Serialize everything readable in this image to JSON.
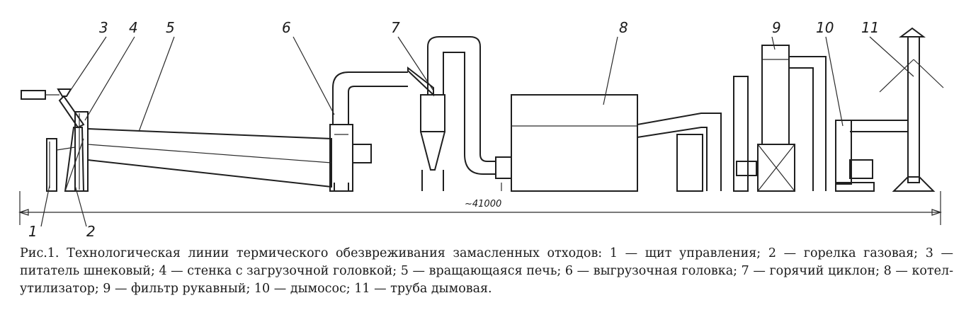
{
  "figure": {
    "labels": {
      "l1": "1",
      "l2": "2",
      "l3": "3",
      "l4": "4",
      "l5": "5",
      "l6": "6",
      "l7": "7",
      "l8": "8",
      "l9": "9",
      "l10": "10",
      "l11": "11"
    },
    "dimension": "~41000"
  },
  "caption": {
    "text": "Рис.1. Технологическая линии термического обезвреживания замасленных отходов: 1 — щит управления; 2 — горелка газовая; 3 — питатель шнековый; 4 — стенка с загрузочной головкой; 5 — вращающаяся печь; 6 — выгрузочная головка; 7 — горячий циклон; 8 — котел-утилизатор; 9 — фильтр рукавный; 10 — дымосос; 11 — труба дымовая."
  }
}
